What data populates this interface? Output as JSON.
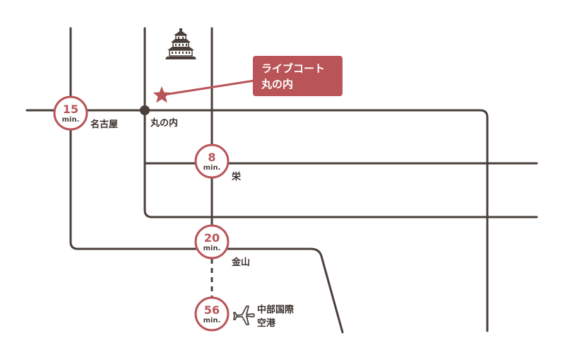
{
  "colors": {
    "line": "#4a3f3a",
    "accent": "#b95458",
    "callout_bg": "#b95458"
  },
  "destination": {
    "name_line1": "ライブコート",
    "name_line2": "丸の内",
    "marker_icon": "star-icon"
  },
  "landmark": {
    "icon": "castle-icon"
  },
  "stations": {
    "nagoya": {
      "minutes": "15",
      "unit": "min.",
      "label": "名古屋"
    },
    "marunouchi": {
      "label": "丸の内"
    },
    "sakae": {
      "minutes": "8",
      "unit": "min.",
      "label": "栄"
    },
    "kanayama": {
      "minutes": "20",
      "unit": "min.",
      "label": "金山"
    },
    "airport": {
      "minutes": "56",
      "unit": "min.",
      "label_line1": "中部国際",
      "label_line2": "空港",
      "icon": "airplane-icon"
    }
  }
}
